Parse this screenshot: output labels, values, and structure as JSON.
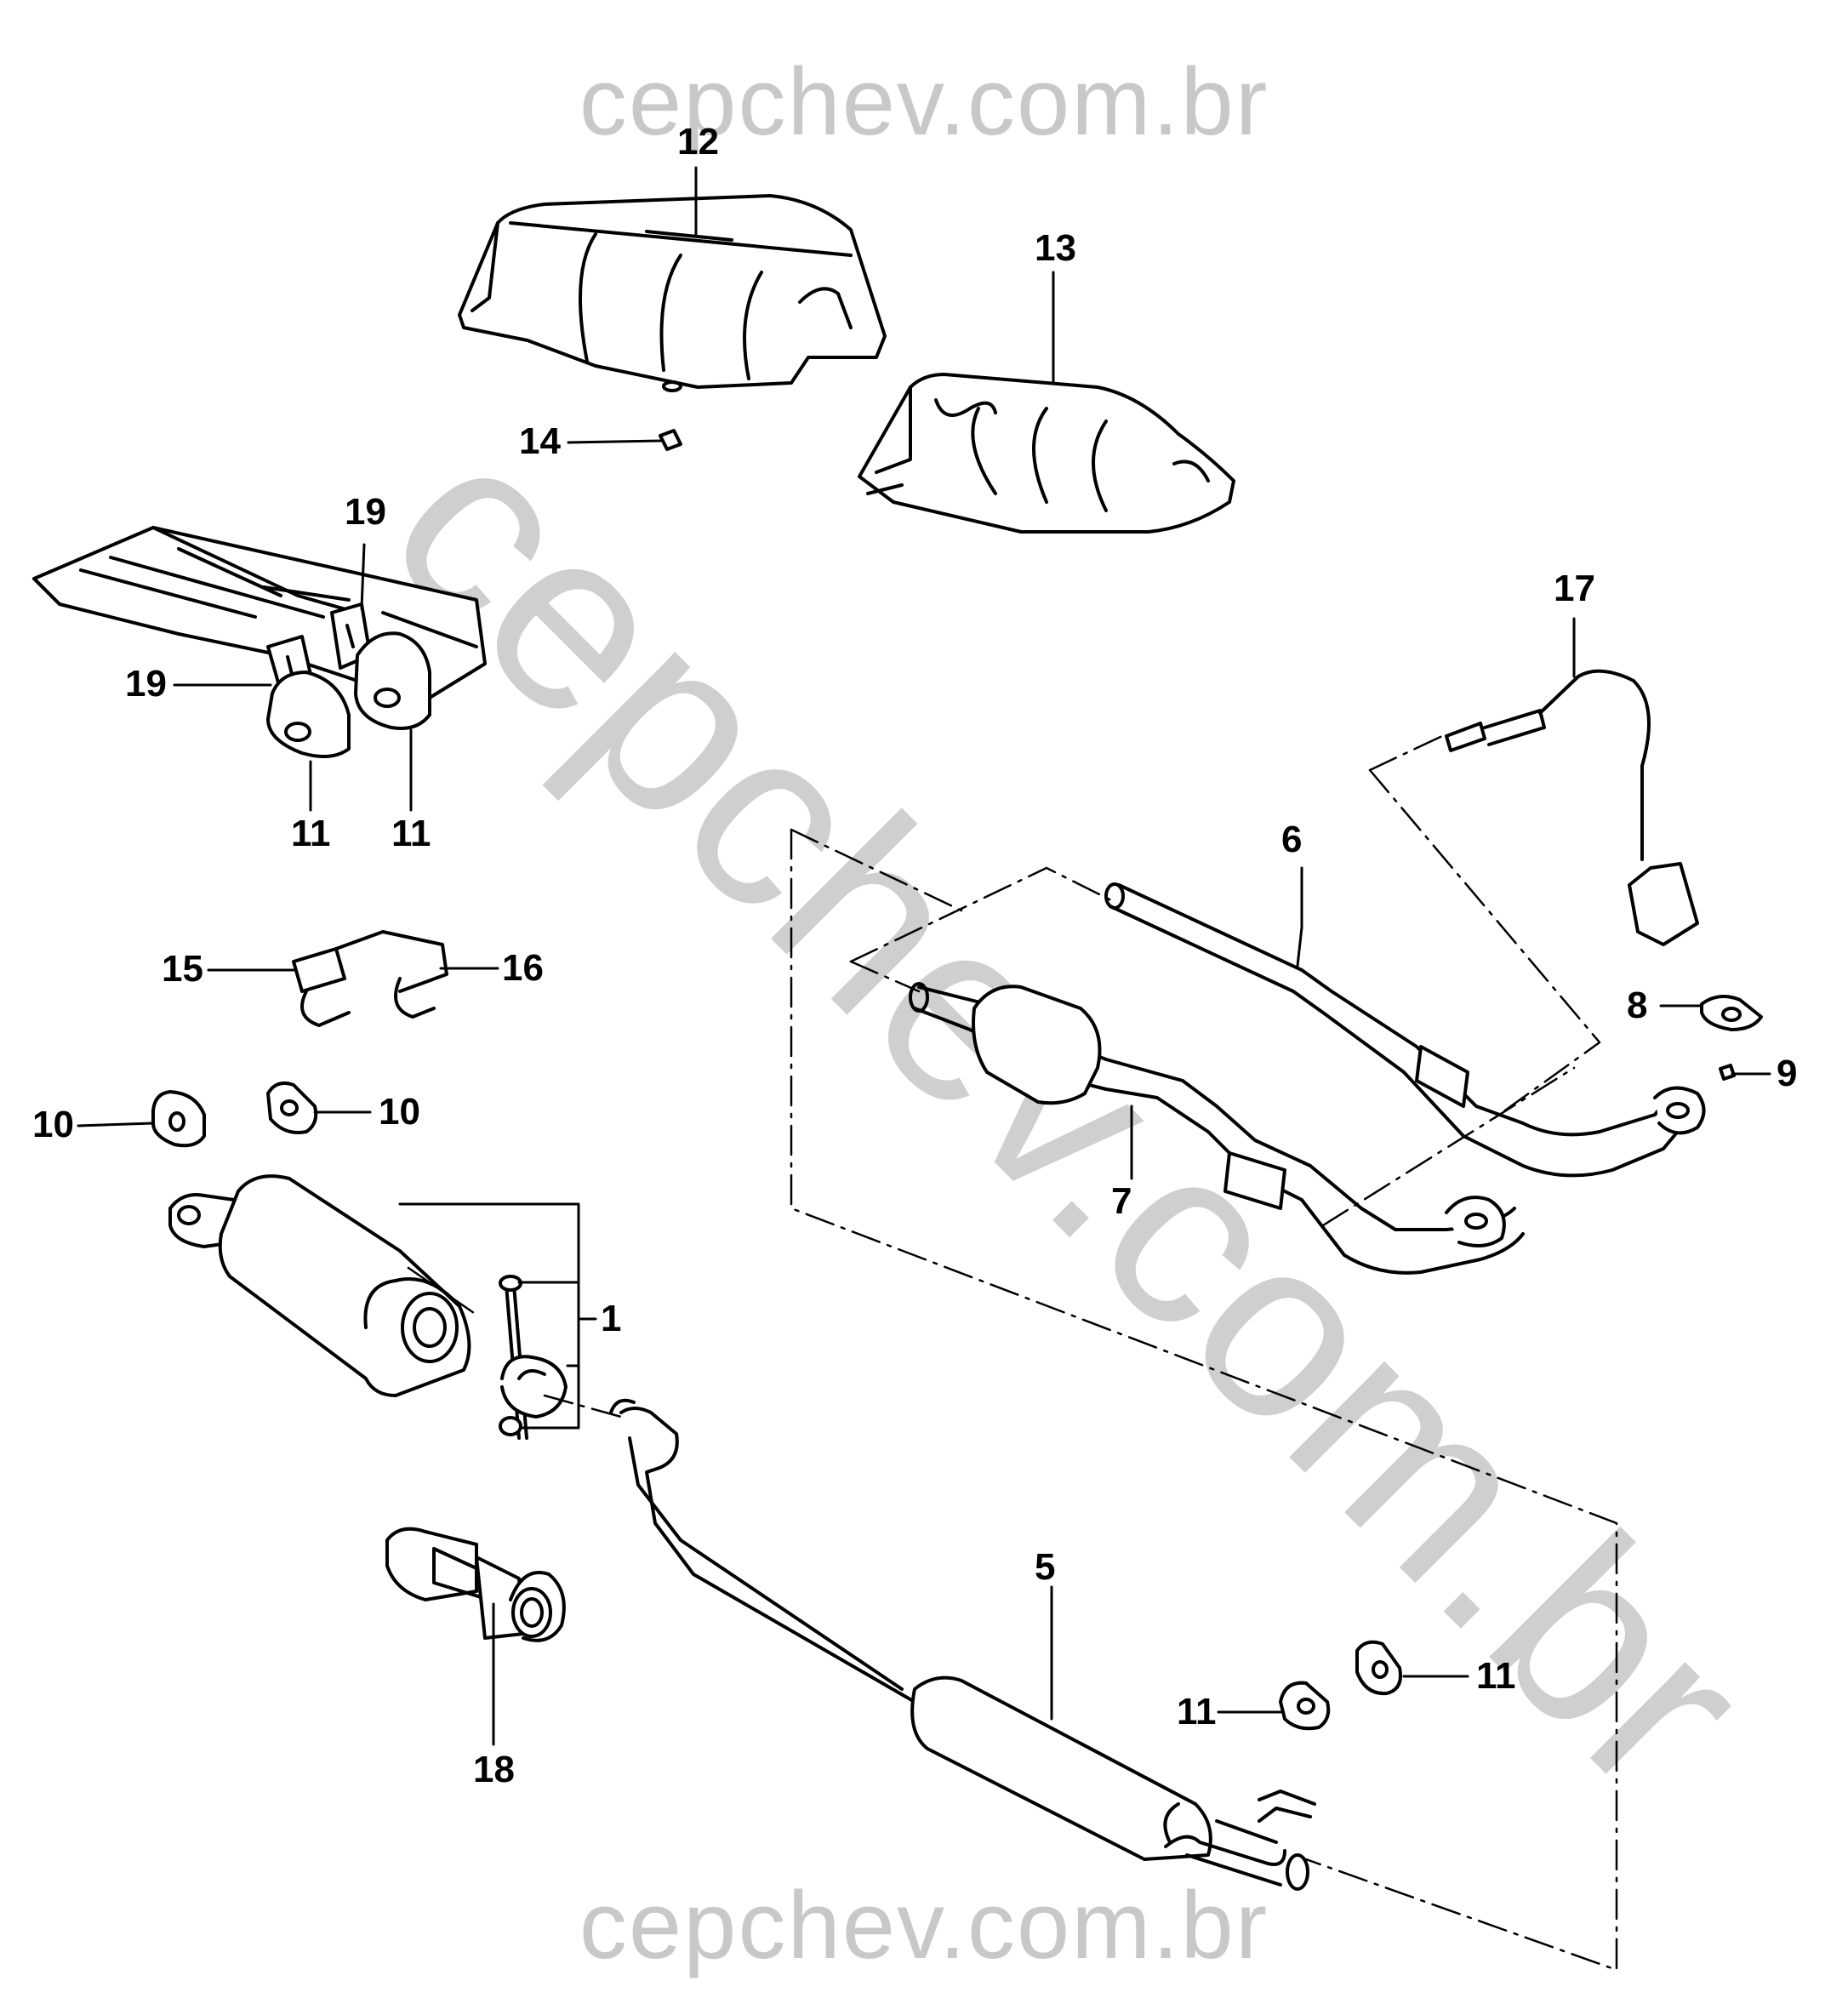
{
  "watermarks": {
    "top": "cepchev.com.br",
    "bottom": "cepchev.com.br",
    "diagonal": "cepchev.com.br"
  },
  "callouts": {
    "c1": "1",
    "c5": "5",
    "c6": "6",
    "c7": "7",
    "c8": "8",
    "c9": "9",
    "c10a": "10",
    "c10b": "10",
    "c11a": "11",
    "c11b": "11",
    "c11c": "11",
    "c11d": "11",
    "c12": "12",
    "c13": "13",
    "c14": "14",
    "c15": "15",
    "c16": "16",
    "c17": "17",
    "c18": "18",
    "c19a": "19",
    "c19b": "19"
  }
}
